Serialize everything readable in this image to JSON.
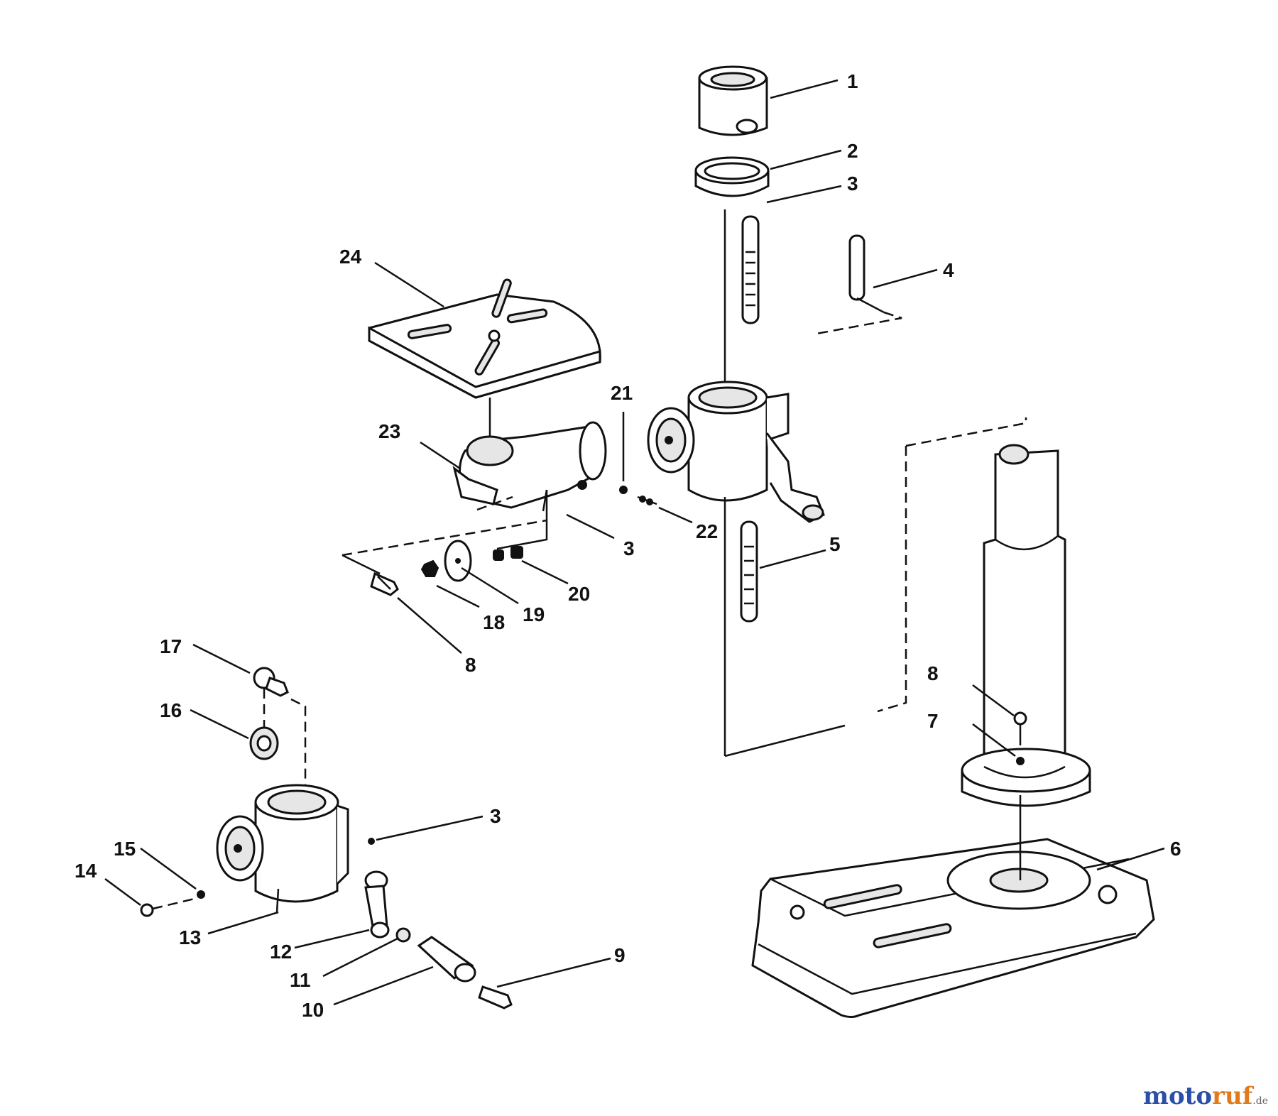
{
  "diagram": {
    "callouts": {
      "c1": "1",
      "c2": "2",
      "c3a": "3",
      "c3b": "3",
      "c3c": "3",
      "c4": "4",
      "c5": "5",
      "c6": "6",
      "c7": "7",
      "c8a": "8",
      "c8b": "8",
      "c9": "9",
      "c10": "10",
      "c11": "11",
      "c12": "12",
      "c13": "13",
      "c14": "14",
      "c15": "15",
      "c16": "16",
      "c17": "17",
      "c18": "18",
      "c19": "19",
      "c20": "20",
      "c21": "21",
      "c22": "22",
      "c23": "23",
      "c24": "24"
    }
  },
  "watermark": {
    "text_moto": "moto",
    "text_ruf": "ruf",
    "suffix": ".de",
    "colors": {
      "moto": "#2a4fa8",
      "ruf": "#e07a1c"
    }
  }
}
